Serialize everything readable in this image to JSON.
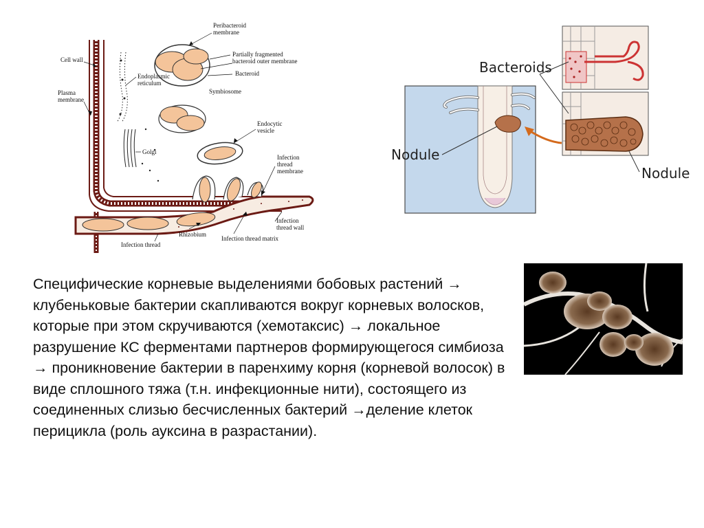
{
  "left_diagram": {
    "labels": {
      "cell_wall": "Cell wall",
      "plasma_membrane": "Plasma\nmembrane",
      "peribacteroid_membrane": "Peribacteroid\nmembrane",
      "partially_fragmented": "Partially fragmented\nbacteroid outer membrane",
      "bacteroid": "Bacteroid",
      "symbiosome": "Symbiosome",
      "endoplasmic_reticulum": "Endoplasmic\nreticulum",
      "golgi": "Golgi",
      "endocytic_vesicle": "Endocytic\nvesicle",
      "infection_thread_membrane": "Infection\nthread\nmembrane",
      "infection_thread_wall": "Infection\nthread wall",
      "infection_thread": "Infection thread",
      "rhizobium": "Rhizobium",
      "infection_thread_matrix": "Infection thread matrix"
    }
  },
  "right_diagram": {
    "labels": {
      "bacteroids": "Bacteroids",
      "nodule_left": "Nodule",
      "nodule_right": "Nodule"
    }
  },
  "body_text": "Специфические корневые выделениями бобовых растений → клубеньковые бактерии скапливаются вокруг корневых волосков, которые при этом скручиваются (хемотаксис) → локальное разрушение КС ферментами партнеров формирующегося симбиоза → проникновение бактерии в паренхиму корня (корневой волосок) в виде сплошного тяжа (т.н. инфекционные нити), состоящего из соединенных слизью бесчисленных бактерий →деление клеток перицикла (роль ауксина в разрастании).",
  "colors": {
    "bacteria_fill": "#f4c49a",
    "thread_dark": "#6b1a14",
    "root_blue": "#c4d8ec",
    "nodule_brown": "#b5714a",
    "photo_bg": "#000000"
  }
}
